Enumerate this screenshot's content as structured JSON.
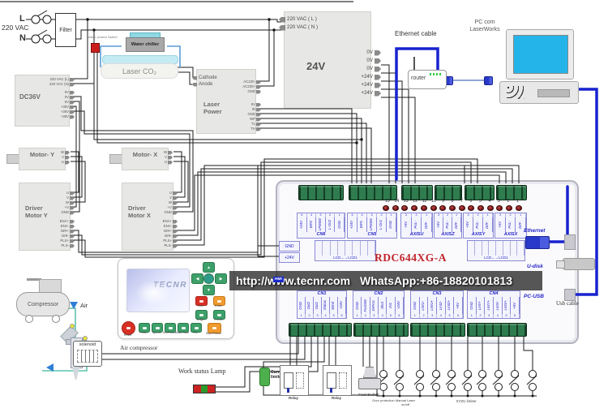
{
  "mains": {
    "line_label": "L",
    "neutral_label": "N",
    "voltage": "220 VAC",
    "filter": "Filter"
  },
  "chiller": {
    "label": "Water chiller",
    "protect": "Water protect Switch"
  },
  "tube": {
    "label": "Laser CO₂"
  },
  "dc36v": {
    "label": "DC36V",
    "inputs": [
      "220 VAC (L)",
      "220 VAC (N)"
    ],
    "outputs": [
      "0V",
      "0V",
      "0V",
      "+36V",
      "+36V",
      "+36V"
    ]
  },
  "laser_power": {
    "title": "Laser Power",
    "left_pins": [
      "Cathode",
      "Anode"
    ],
    "ac_pins": [
      "AC220-",
      "AC220+",
      "GND"
    ],
    "ctrl_pins": [
      "5V",
      "IN",
      "GND",
      "WP",
      "TL",
      "TH"
    ]
  },
  "psu24": {
    "label": "24V",
    "inputs": [
      "220 VAC ( L )",
      "220 VAC ( N )"
    ],
    "outputs": [
      "0V",
      "0V",
      "0V",
      "+24V",
      "+24V",
      "+24V"
    ]
  },
  "network": {
    "ethernet_cable": "Ethernet cable",
    "router": "router",
    "pc": "PC com LaserWorks",
    "usb_cable": "Usb cable"
  },
  "motion": {
    "motor_y": "Motor- Y",
    "motor_x": "Motor- X",
    "driver_y": "Driver Motor Y",
    "driver_x": "Driver Motor X",
    "motor_pins": [
      "W",
      "V",
      "U"
    ],
    "driver_power_pins": [
      "U",
      "V",
      "W",
      "+V",
      "GND"
    ],
    "driver_signal_pins": [
      "ENA+",
      "ENA-",
      "DIR+",
      "DIR-",
      "PLS+",
      "PLS-"
    ]
  },
  "controller": {
    "model": "RDC644XG-A",
    "hmi": "HMI",
    "terminal_numbers": [
      "15",
      "14",
      "13",
      "12",
      "11",
      "10",
      "9",
      "8",
      "7",
      "6",
      "5",
      "4",
      "3",
      "2",
      "1"
    ],
    "top_ports": [
      {
        "name": "CN6",
        "numbers": [
          "5",
          "4",
          "3",
          "2",
          "1"
        ],
        "pins": [
          "+24V",
          "WP2",
          "LPWM2",
          "L-On2",
          "GND"
        ]
      },
      {
        "name": "CN5",
        "numbers": [
          "5",
          "4",
          "3",
          "2",
          "1"
        ],
        "pins": [
          "+24V",
          "WP1",
          "LPWM1",
          "L-On1",
          "GND"
        ]
      },
      {
        "name": "AXISU",
        "numbers": [
          "3",
          "2",
          "1"
        ],
        "pins": [
          "+5V",
          "PUL-",
          "DIR-"
        ]
      },
      {
        "name": "AXISZ",
        "numbers": [
          "3",
          "2",
          "1"
        ],
        "pins": [
          "+5V",
          "PUL-",
          "DIR-"
        ]
      },
      {
        "name": "AXISY",
        "numbers": [
          "3",
          "2",
          "1"
        ],
        "pins": [
          "+5V",
          "PUL-",
          "DIR-"
        ]
      },
      {
        "name": "AXISX",
        "numbers": [
          "3",
          "2",
          "1"
        ],
        "pins": [
          "+5V",
          "PUL-",
          "DIR-"
        ]
      }
    ],
    "power_port": [
      "GND",
      "+24V"
    ],
    "lcd_left": "LCD←→LCD1",
    "lcd_right": "LCD←→LCD1",
    "right_ports": [
      "Ethernet",
      "U-disk",
      "PC-USB"
    ],
    "bottom_ports": [
      {
        "name": "CN1",
        "numbers": [
          "1",
          "2",
          "3",
          "4",
          "5",
          "6"
        ],
        "pins": [
          "GND",
          "Out2",
          "Out1",
          "Status",
          "Wind",
          "+24V"
        ]
      },
      {
        "name": "CN2",
        "numbers": [
          "1",
          "2",
          "3",
          "4",
          "5",
          "6"
        ],
        "pins": [
          "GND",
          "FootSW",
          "DrProc",
          "Shot",
          "IN1",
          "+24V"
        ]
      },
      {
        "name": "CN3",
        "numbers": [
          "1",
          "2",
          "3",
          "4",
          "5",
          "6"
        ],
        "pins": [
          "GND",
          "LmtU-",
          "LmtU+",
          "LmtZ-",
          "LmtZ+",
          "+5V"
        ]
      },
      {
        "name": "CN4",
        "numbers": [
          "1",
          "2",
          "3",
          "4",
          "5",
          "6"
        ],
        "pins": [
          "GND",
          "LmtY-",
          "LmtY+",
          "LmtX-",
          "LmtX+",
          "+5V"
        ]
      }
    ]
  },
  "banner": {
    "url": "http://www.tecnr.com",
    "contact": "WhatsApp:+86-18820101813"
  },
  "panel": {
    "brand": "TECNR",
    "up": "▲",
    "down": "▼",
    "left": "◀",
    "right": "▶",
    "esc": "Esc",
    "enter": "Enter",
    "origin": "Origin",
    "frame": "Frame",
    "reset": "Reset",
    "pulse": "Pulse",
    "speed": "Speed",
    "min_power": "MinPower",
    "max_power": "MaxPower",
    "file": "File",
    "start_pause": "Start-Pause"
  },
  "pneumatics": {
    "compressor": "Compressor",
    "air": "Air",
    "solenoid": "solenoid",
    "air_compressor": "Air compressor"
  },
  "bottom": {
    "work_lamp": "Work status Lamp",
    "current_limiter": "Current limiter",
    "relay_a": "Relay",
    "relay_b": "Relay",
    "foot_switch": "Foot Switch",
    "door": "Door protection",
    "manual": "Manual Laser on/off",
    "limit": "XYZU limiter"
  }
}
